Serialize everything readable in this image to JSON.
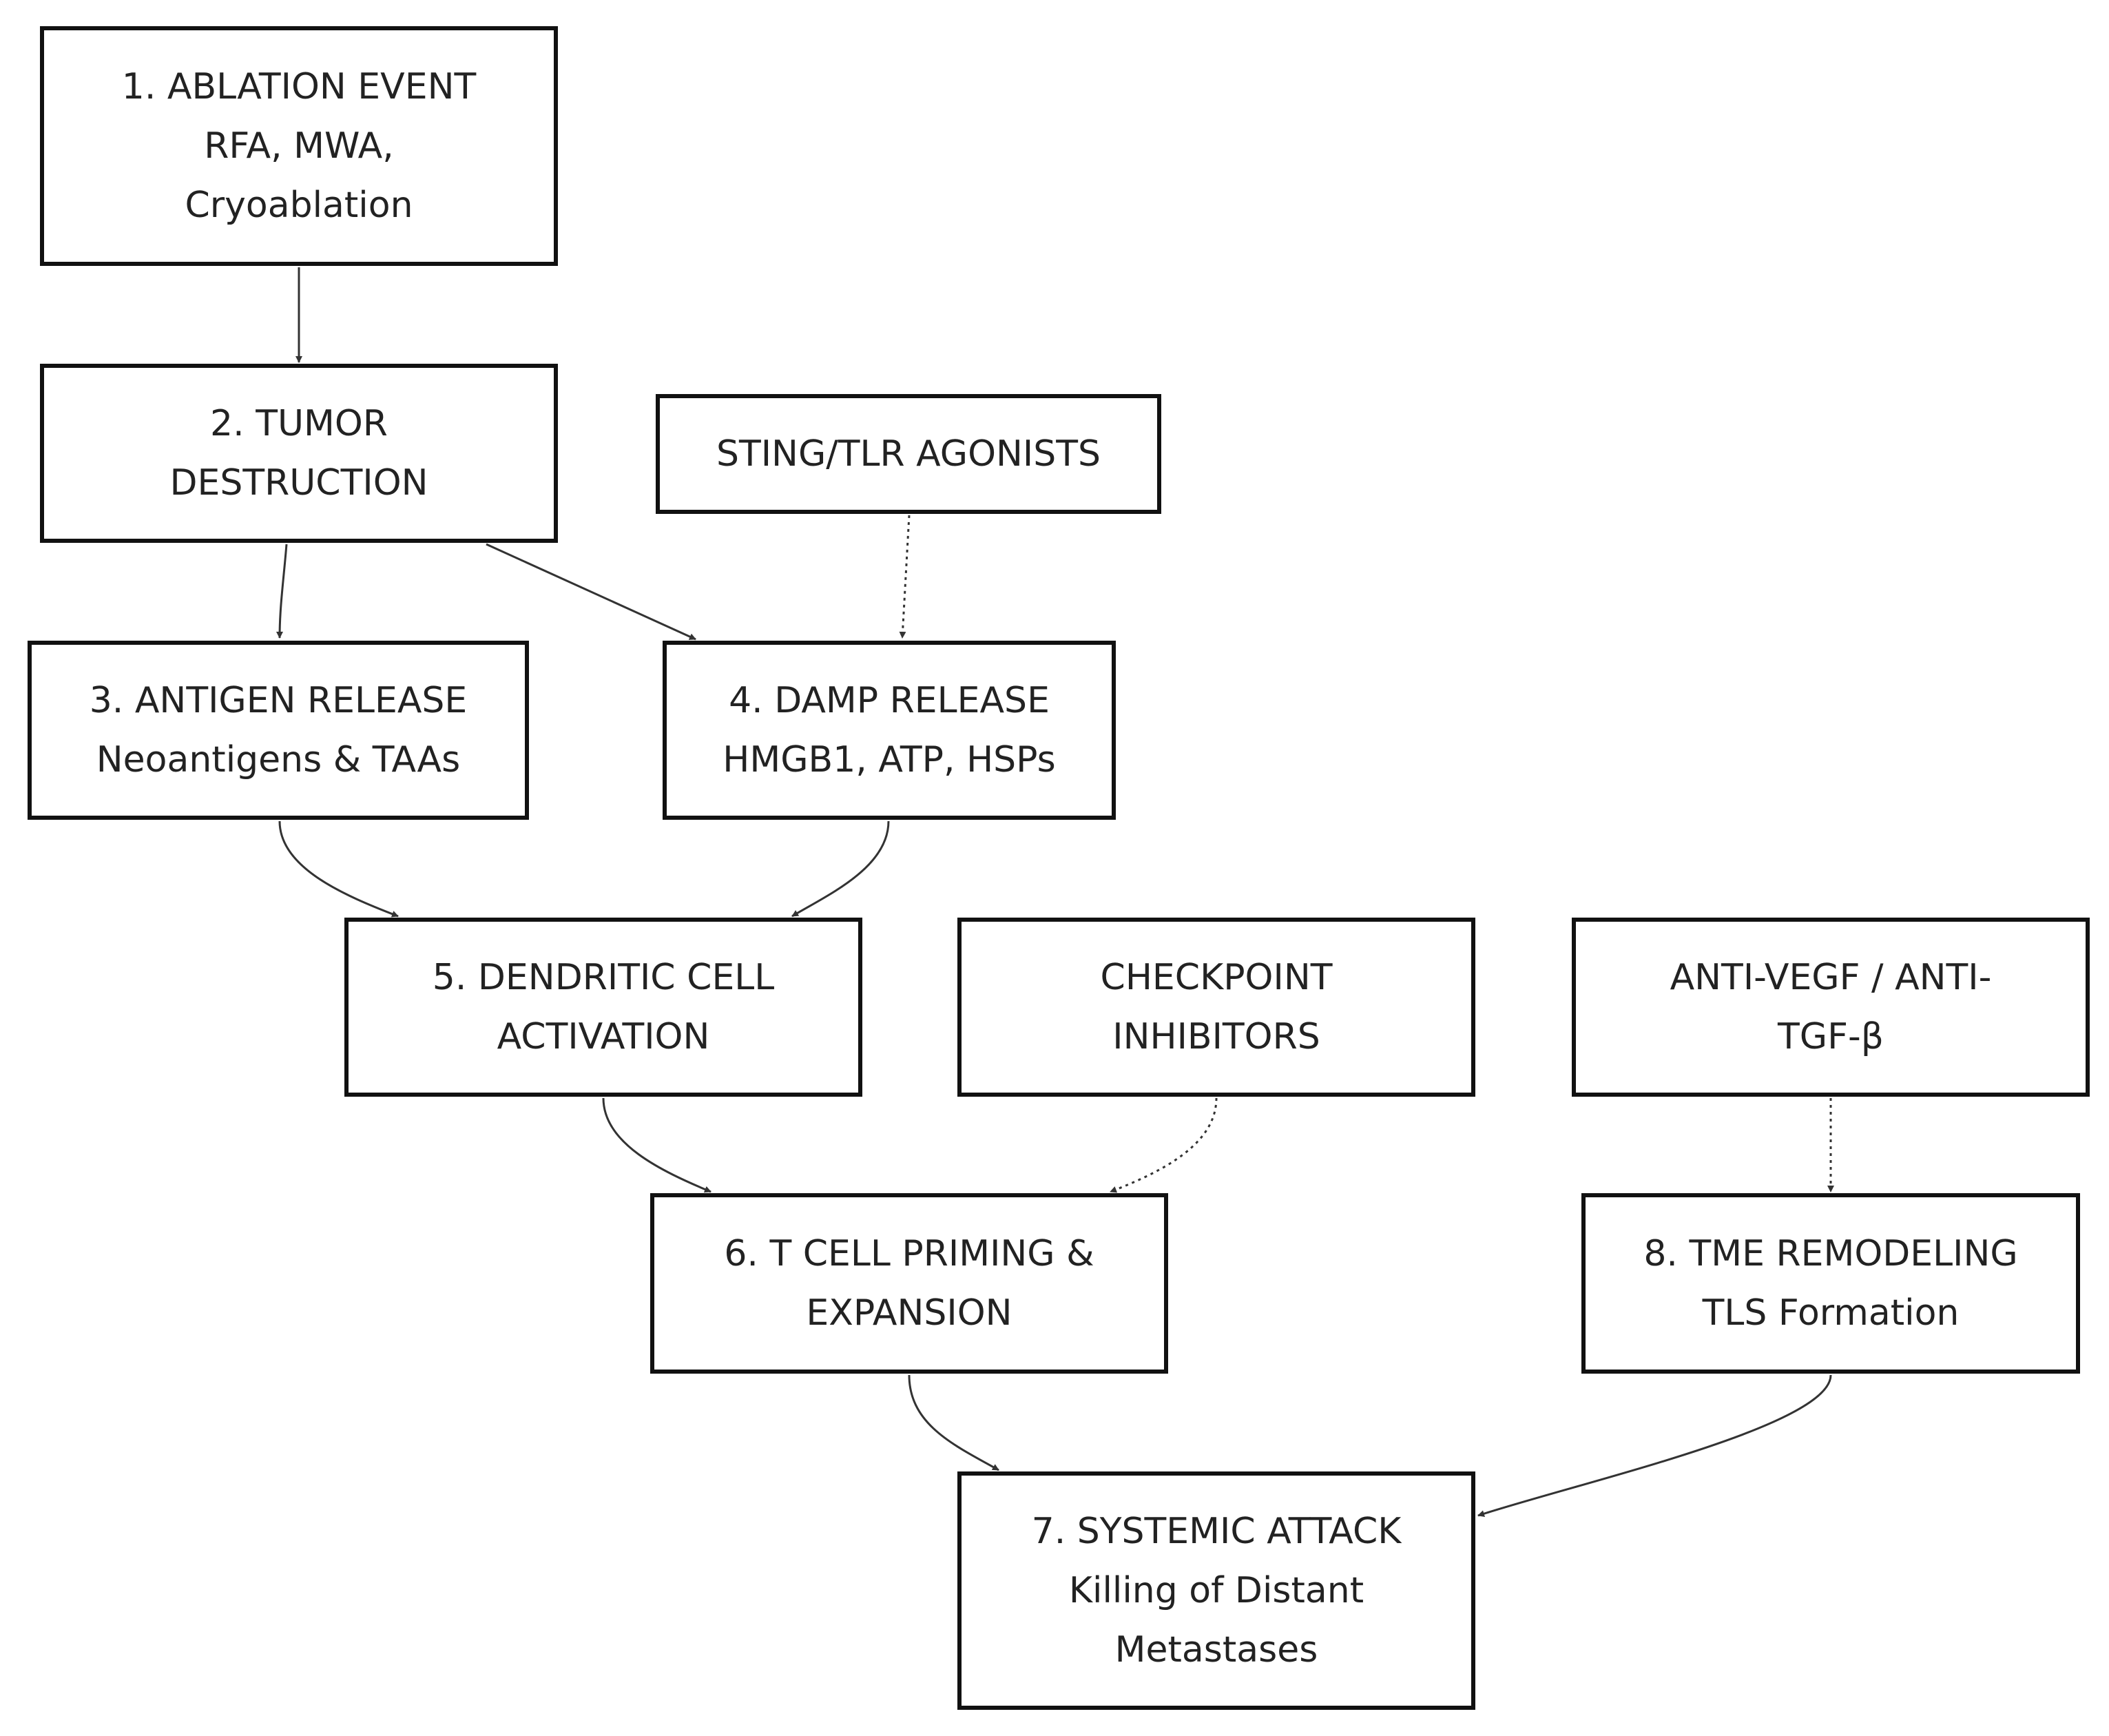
{
  "nodes": {
    "ablation": {
      "lines": [
        "1. ABLATION EVENT",
        "RFA, MWA,",
        "Cryoablation"
      ]
    },
    "destruction": {
      "lines": [
        "2. TUMOR",
        "DESTRUCTION"
      ]
    },
    "sting": {
      "lines": [
        "STING/TLR AGONISTS"
      ]
    },
    "antigen": {
      "lines": [
        "3. ANTIGEN RELEASE",
        "Neoantigens & TAAs"
      ]
    },
    "damp": {
      "lines": [
        "4. DAMP RELEASE",
        "HMGB1, ATP, HSPs"
      ]
    },
    "dendritic": {
      "lines": [
        "5. DENDRITIC CELL",
        "ACTIVATION"
      ]
    },
    "checkpoint": {
      "lines": [
        "CHECKPOINT",
        "INHIBITORS"
      ]
    },
    "antivegf": {
      "lines": [
        "ANTI-VEGF / ANTI-",
        "TGF-β"
      ]
    },
    "tcell": {
      "lines": [
        "6. T CELL PRIMING &",
        "EXPANSION"
      ]
    },
    "tme": {
      "lines": [
        "8. TME REMODELING",
        "TLS Formation"
      ]
    },
    "systemic": {
      "lines": [
        "7. SYSTEMIC ATTACK",
        "Killing of Distant",
        "Metastases"
      ]
    }
  },
  "edges": [
    {
      "from": "ablation",
      "to": "destruction",
      "style": "solid"
    },
    {
      "from": "destruction",
      "to": "antigen",
      "style": "solid"
    },
    {
      "from": "destruction",
      "to": "damp",
      "style": "solid"
    },
    {
      "from": "sting",
      "to": "damp",
      "style": "dotted"
    },
    {
      "from": "antigen",
      "to": "dendritic",
      "style": "solid"
    },
    {
      "from": "damp",
      "to": "dendritic",
      "style": "solid"
    },
    {
      "from": "dendritic",
      "to": "tcell",
      "style": "solid"
    },
    {
      "from": "checkpoint",
      "to": "tcell",
      "style": "dotted"
    },
    {
      "from": "antivegf",
      "to": "tme",
      "style": "dotted"
    },
    {
      "from": "tcell",
      "to": "systemic",
      "style": "solid"
    },
    {
      "from": "tme",
      "to": "systemic",
      "style": "solid"
    }
  ]
}
